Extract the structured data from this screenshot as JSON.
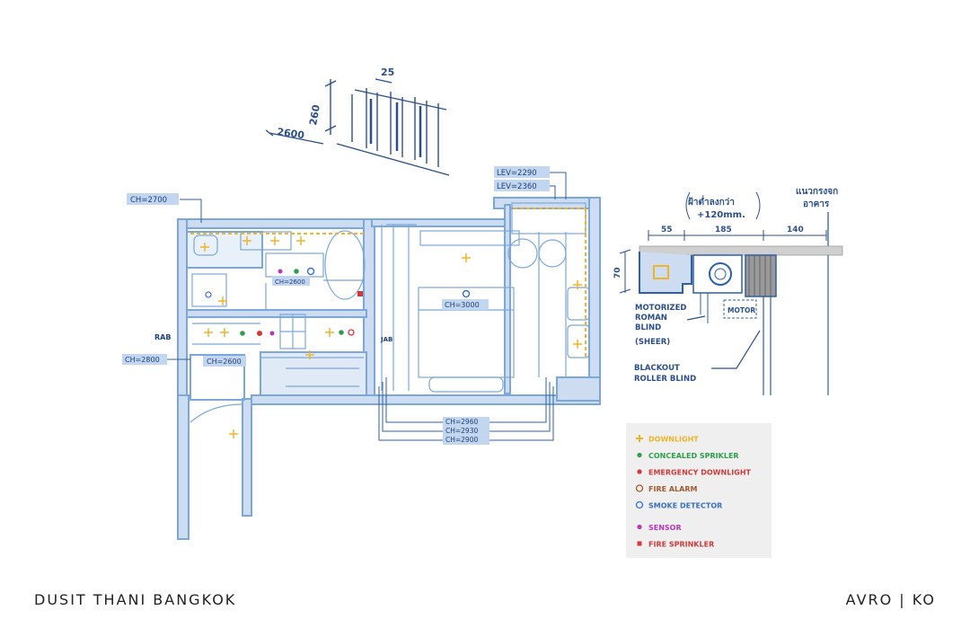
{
  "footer": {
    "project": "DUSIT THANI BANGKOK",
    "studio": "AVRO | KO"
  },
  "colors": {
    "wall": "#7aa7dc",
    "wall_fill": "#cddcf0",
    "line": "#2c5fa8",
    "downlight": "#f0b428",
    "sprinkler": "#2e9e4a",
    "emergency": "#d23a3a",
    "fire_alarm": "#a05a2c",
    "smoke": "#3a6fc2",
    "sensor": "#b43ab4",
    "fire_sprinkler": "#d23a3a"
  },
  "detail": {
    "dim_25": "25",
    "dim_260": "260",
    "dim_2600": "2600"
  },
  "plan": {
    "ch_2700": "CH=2700",
    "ch_2600_bath": "CH=2600",
    "ch_3000": "CH=3000",
    "ch_2800": "CH=2800",
    "ch_2600_hall": "CH=2600",
    "lev_2290": "LEV=2290",
    "lev_2360": "LEV=2360",
    "ch_2960": "CH=2960",
    "ch_2930": "CH=2930",
    "ch_2900": "CH=2900",
    "rab": "RAB",
    "jab": "JAB"
  },
  "section": {
    "thai_note": "ฝ้าต่ำลงกว่า",
    "note_mm": "+120mm.",
    "thai_top_1": "แนวกรงจก",
    "thai_top_2": "อาคาร",
    "dim_55": "55",
    "dim_185": "185",
    "dim_140": "140",
    "dim_70": "70",
    "motor": "MOTOR",
    "motorized_1": "MOTORIZED",
    "motorized_2": "ROMAN",
    "motorized_3": "BLIND",
    "sheer": "(SHEER)",
    "blackout_1": "BLACKOUT",
    "blackout_2": "ROLLER BLIND"
  },
  "legend": {
    "items": [
      {
        "label": "DOWNLIGHT",
        "color": "#f0b428",
        "icon": "downlight-icon"
      },
      {
        "label": "CONCEALED SPRIKLER",
        "color": "#2e9e4a",
        "icon": "concealed-sprinkler-icon"
      },
      {
        "label": "EMERGENCY DOWNLIGHT",
        "color": "#d23a3a",
        "icon": "emergency-downlight-icon"
      },
      {
        "label": "FIRE ALARM",
        "color": "#a05a2c",
        "icon": "fire-alarm-icon"
      },
      {
        "label": "SMOKE DETECTOR",
        "color": "#3a6fc2",
        "icon": "smoke-detector-icon"
      },
      {
        "label": "SENSOR",
        "color": "#b43ab4",
        "icon": "sensor-icon"
      },
      {
        "label": "FIRE SPRINKLER",
        "color": "#d23a3a",
        "icon": "fire-sprinkler-icon"
      }
    ]
  }
}
